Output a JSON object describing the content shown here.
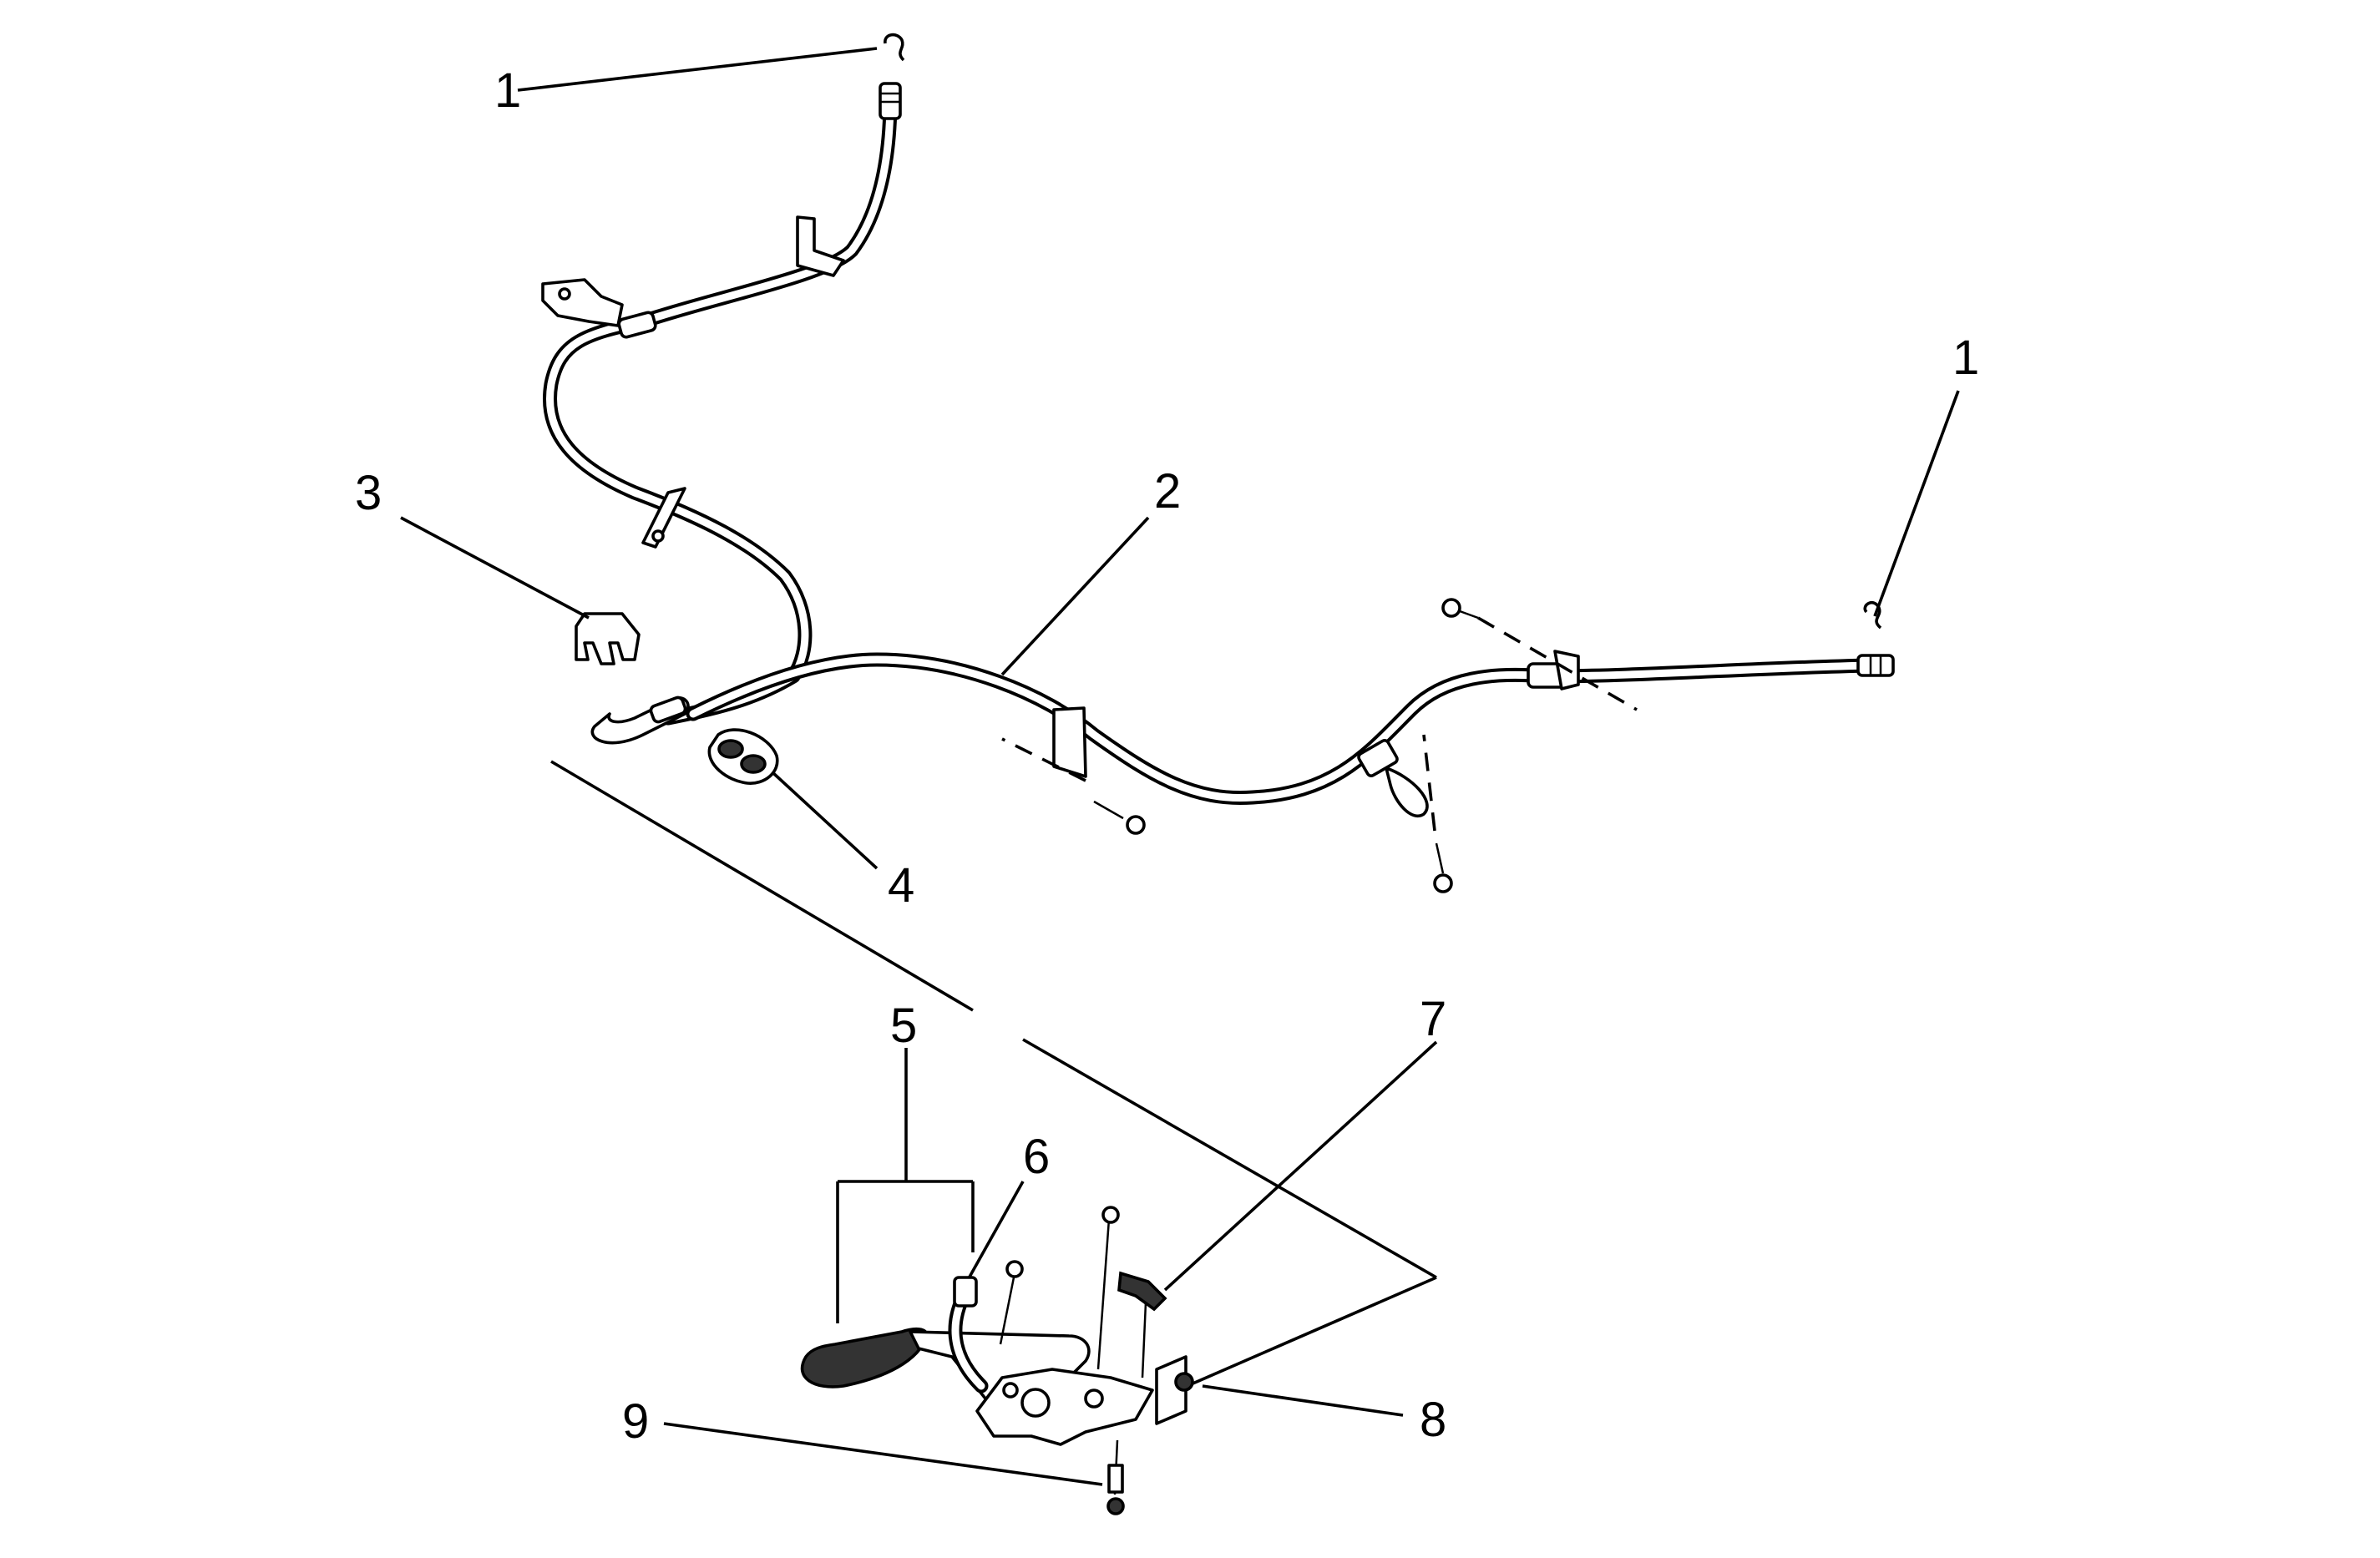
{
  "diagram": {
    "callouts": {
      "c1a": "1",
      "c1b": "1",
      "c2": "2",
      "c3": "3",
      "c4": "4",
      "c5": "5",
      "c6": "6",
      "c7": "7",
      "c8": "8",
      "c9": "9"
    }
  }
}
